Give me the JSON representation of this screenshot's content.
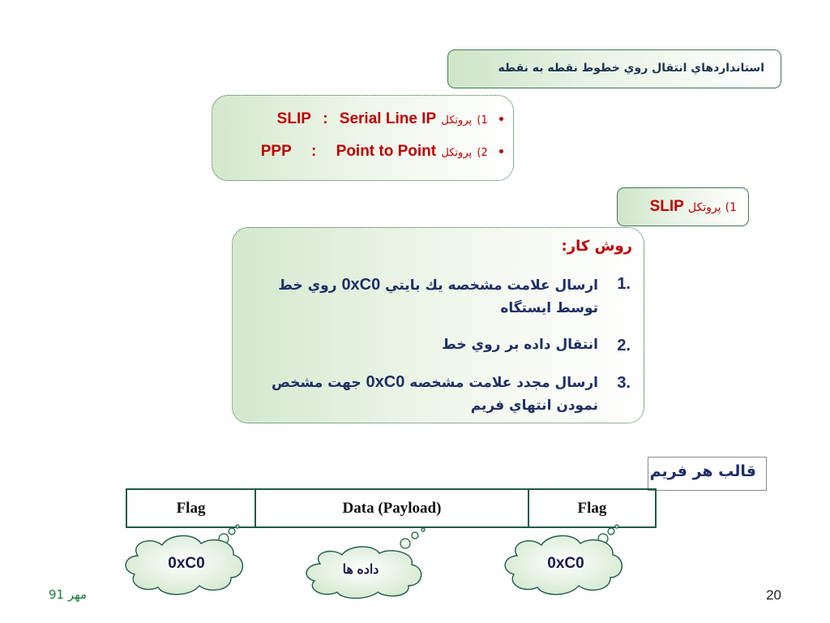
{
  "title": "استانداردهاي انتقال روي خطوط  نقطه به نقطه",
  "protocols": [
    {
      "bullet": "•",
      "number": "1)",
      "label_fa": "پروتکل",
      "acronym": "SLIP",
      "separator": ":",
      "name": "Serial Line IP"
    },
    {
      "bullet": "•",
      "number": "2)",
      "label_fa": "پروتکل",
      "acronym": "PPP",
      "separator": ":",
      "name": "Point to Point"
    }
  ],
  "slip_heading": {
    "number": "1)",
    "label_fa": "پروتکل",
    "acronym": "SLIP"
  },
  "method": {
    "title": "روش كار:",
    "steps": [
      {
        "number": "1.",
        "text_before": "ارسال علامت مشخصه يك بايتي ",
        "code": "0xC0",
        "text_after": " روي خط توسط ايستگاه"
      },
      {
        "number": "2.",
        "text_before": "انتقال داده بر روي خط",
        "code": "",
        "text_after": ""
      },
      {
        "number": "3.",
        "text_before": "ارسال مجدد علامت مشخصه ",
        "code": "0xC0",
        "text_after": " جهت مشخص نمودن انتهاي فريم"
      }
    ]
  },
  "frame": {
    "label": "قالب هر فريم",
    "cells": [
      "Flag",
      "Data (Payload)",
      "Flag"
    ]
  },
  "clouds": [
    "0xC0",
    "داده ها",
    "0xC0"
  ],
  "footer": {
    "page_number": "20",
    "date": "مهر 91"
  },
  "colors": {
    "accent_red": "#c00000",
    "navy_text": "#1f2f66",
    "border_green": "#1e5a4a"
  }
}
